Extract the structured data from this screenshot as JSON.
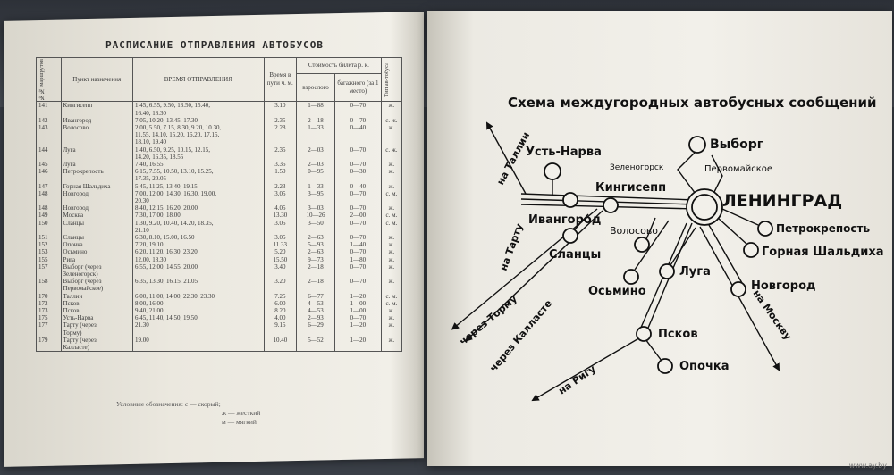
{
  "schedule": {
    "title": "РАСПИСАНИЕ ОТПРАВЛЕНИЯ АВТОБУСОВ",
    "headers": {
      "route_no": "№№ маршрутов",
      "destination": "Пункт назначения",
      "departure": "ВРЕМЯ ОТПРАВЛЕНИЯ",
      "duration": "Время в пути ч. м.",
      "fare_group": "Стоимость билета р. к.",
      "adult": "взрослого",
      "baggage": "багажного (за 1 место)",
      "bus_type": "Тип ав-тобуса"
    },
    "rows": [
      {
        "no": "141",
        "dest": "Кингисепп",
        "times": "1.45, 6.55, 9.50, 13.50, 15.40,",
        "dur": "3.10",
        "adult": "1—88",
        "bag": "0—70",
        "type": "ж."
      },
      {
        "no": "",
        "dest": "",
        "times": "16.40, 18.30",
        "dur": "",
        "adult": "",
        "bag": "",
        "type": ""
      },
      {
        "no": "142",
        "dest": "Ивангород",
        "times": "7.05, 10.20, 13.45, 17.30",
        "dur": "2.35",
        "adult": "2—18",
        "bag": "0—70",
        "type": "с. ж."
      },
      {
        "no": "143",
        "dest": "Волосово",
        "times": "2.00, 5.50, 7.15, 8.30, 9.20, 10.30,",
        "dur": "2.28",
        "adult": "1—33",
        "bag": "0—40",
        "type": "ж."
      },
      {
        "no": "",
        "dest": "",
        "times": "11.55, 14.10, 15.20, 16.20, 17.15,",
        "dur": "",
        "adult": "",
        "bag": "",
        "type": ""
      },
      {
        "no": "",
        "dest": "",
        "times": "18.10, 19.40",
        "dur": "",
        "adult": "",
        "bag": "",
        "type": ""
      },
      {
        "no": "144",
        "dest": "Луга",
        "times": "1.40, 6.50, 9.25, 10.15, 12.15,",
        "dur": "2.35",
        "adult": "2—03",
        "bag": "0—70",
        "type": "с. ж."
      },
      {
        "no": "",
        "dest": "",
        "times": "14.20, 16.35, 18.55",
        "dur": "",
        "adult": "",
        "bag": "",
        "type": ""
      },
      {
        "no": "145",
        "dest": "Луга",
        "times": "7.40, 16.55",
        "dur": "3.35",
        "adult": "2—03",
        "bag": "0—70",
        "type": "ж."
      },
      {
        "no": "146",
        "dest": "Петрокрепость",
        "times": "6.15, 7.55, 10.50, 13.10, 15.25,",
        "dur": "1.50",
        "adult": "0—95",
        "bag": "0—30",
        "type": "ж."
      },
      {
        "no": "",
        "dest": "",
        "times": "17.35, 20.05",
        "dur": "",
        "adult": "",
        "bag": "",
        "type": ""
      },
      {
        "no": "147",
        "dest": "Горная Шальдиха",
        "times": "5.45, 11.25, 13.40, 19.15",
        "dur": "2.23",
        "adult": "1—33",
        "bag": "0—40",
        "type": "ж."
      },
      {
        "no": "148",
        "dest": "Новгород",
        "times": "7.00, 12.00, 14.30, 16.30, 19.00,",
        "dur": "3.05",
        "adult": "3—95",
        "bag": "0—70",
        "type": "с. м."
      },
      {
        "no": "",
        "dest": "",
        "times": "20.30",
        "dur": "",
        "adult": "",
        "bag": "",
        "type": ""
      },
      {
        "no": "148",
        "dest": "Новгород",
        "times": "8.40, 12.15, 16.20, 20.00",
        "dur": "4.05",
        "adult": "3—03",
        "bag": "0—70",
        "type": "ж."
      },
      {
        "no": "149",
        "dest": "Москва",
        "times": "7.30, 17.00, 18.00",
        "dur": "13.30",
        "adult": "10—26",
        "bag": "2—00",
        "type": "с. м."
      },
      {
        "no": "150",
        "dest": "Сланцы",
        "times": "1.30, 9.20, 10.40, 14.20, 18.35,",
        "dur": "3.05",
        "adult": "3—50",
        "bag": "0—70",
        "type": "с. м."
      },
      {
        "no": "",
        "dest": "",
        "times": "21.10",
        "dur": "",
        "adult": "",
        "bag": "",
        "type": ""
      },
      {
        "no": "151",
        "dest": "Сланцы",
        "times": "6.30, 8.10, 15.00, 16.50",
        "dur": "3.05",
        "adult": "2—63",
        "bag": "0—70",
        "type": "ж."
      },
      {
        "no": "152",
        "dest": "Опочка",
        "times": "7.20, 19.10",
        "dur": "11.33",
        "adult": "5—93",
        "bag": "1—40",
        "type": "ж."
      },
      {
        "no": "153",
        "dest": "Осьмино",
        "times": "6.20, 11.20, 16.30, 23.20",
        "dur": "5.20",
        "adult": "2—63",
        "bag": "0—70",
        "type": "ж."
      },
      {
        "no": "155",
        "dest": "Рига",
        "times": "12.00, 18.30",
        "dur": "15.50",
        "adult": "9—73",
        "bag": "1—80",
        "type": "ж."
      },
      {
        "no": "157",
        "dest": "Выборг (через",
        "times": "6.55, 12.00, 14.55, 20.00",
        "dur": "3.40",
        "adult": "2—18",
        "bag": "0—70",
        "type": "ж."
      },
      {
        "no": "",
        "dest": "Зеленогорск)",
        "times": "",
        "dur": "",
        "adult": "",
        "bag": "",
        "type": ""
      },
      {
        "no": "158",
        "dest": "Выборг (через",
        "times": "6.35, 13.30, 16.15, 21.05",
        "dur": "3.20",
        "adult": "2—18",
        "bag": "0—70",
        "type": "ж."
      },
      {
        "no": "",
        "dest": "Первомайское)",
        "times": "",
        "dur": "",
        "adult": "",
        "bag": "",
        "type": ""
      },
      {
        "no": "170",
        "dest": "Таллин",
        "times": "6.00, 11.00, 14.00, 22.30, 23.30",
        "dur": "7.25",
        "adult": "6—77",
        "bag": "1—20",
        "type": "с. м."
      },
      {
        "no": "172",
        "dest": "Псков",
        "times": "8.00, 16.00",
        "dur": "6.00",
        "adult": "4—53",
        "bag": "1—00",
        "type": "с. м."
      },
      {
        "no": "173",
        "dest": "Псков",
        "times": "9.40, 21.00",
        "dur": "8.20",
        "adult": "4—53",
        "bag": "1—00",
        "type": "ж."
      },
      {
        "no": "175",
        "dest": "Усть-Нарва",
        "times": "6.45, 11.40, 14.50, 19.50",
        "dur": "4.00",
        "adult": "2—93",
        "bag": "0—70",
        "type": "ж."
      },
      {
        "no": "177",
        "dest": "Тарту (через",
        "times": "21.30",
        "dur": "9.15",
        "adult": "6—29",
        "bag": "1—20",
        "type": "ж."
      },
      {
        "no": "",
        "dest": "Торму)",
        "times": "",
        "dur": "",
        "adult": "",
        "bag": "",
        "type": ""
      },
      {
        "no": "179",
        "dest": "Тарту (через",
        "times": "19.00",
        "dur": "10.40",
        "adult": "5—52",
        "bag": "1—20",
        "type": "ж."
      },
      {
        "no": "",
        "dest": "Калласте)",
        "times": "",
        "dur": "",
        "adult": "",
        "bag": "",
        "type": ""
      }
    ],
    "legend": [
      "Условные обозначения: с — скорый;",
      "ж — жесткий",
      "м — мягкий"
    ]
  },
  "map": {
    "title": "Схема междугородных автобусных сообщений",
    "cities": {
      "leningrad": "ЛЕНИНГРАД",
      "vyborg": "Выборг",
      "ust_narva": "Усть-Нарва",
      "zelenogorsk": "Зеленогорск",
      "pervomayskoe": "Первомайское",
      "kingisepp": "Кингисепп",
      "ivangorod": "Ивангород",
      "slantsy": "Сланцы",
      "volosovo": "Волосово",
      "petrokrepost": "Петрокрепость",
      "gornaya": "Горная Шальдиха",
      "osmino": "Осьмино",
      "luga": "Луга",
      "novgorod": "Новгород",
      "pskov": "Псков",
      "opochka": "Опочка"
    },
    "directions": {
      "tallin": "на Таллин",
      "tartu": "на Тарту",
      "torma": "через Торму",
      "kallaste": "через Калласте",
      "riga": "на Ригу",
      "moscow": "на Москву"
    }
  },
  "watermark": "www.ay.by"
}
